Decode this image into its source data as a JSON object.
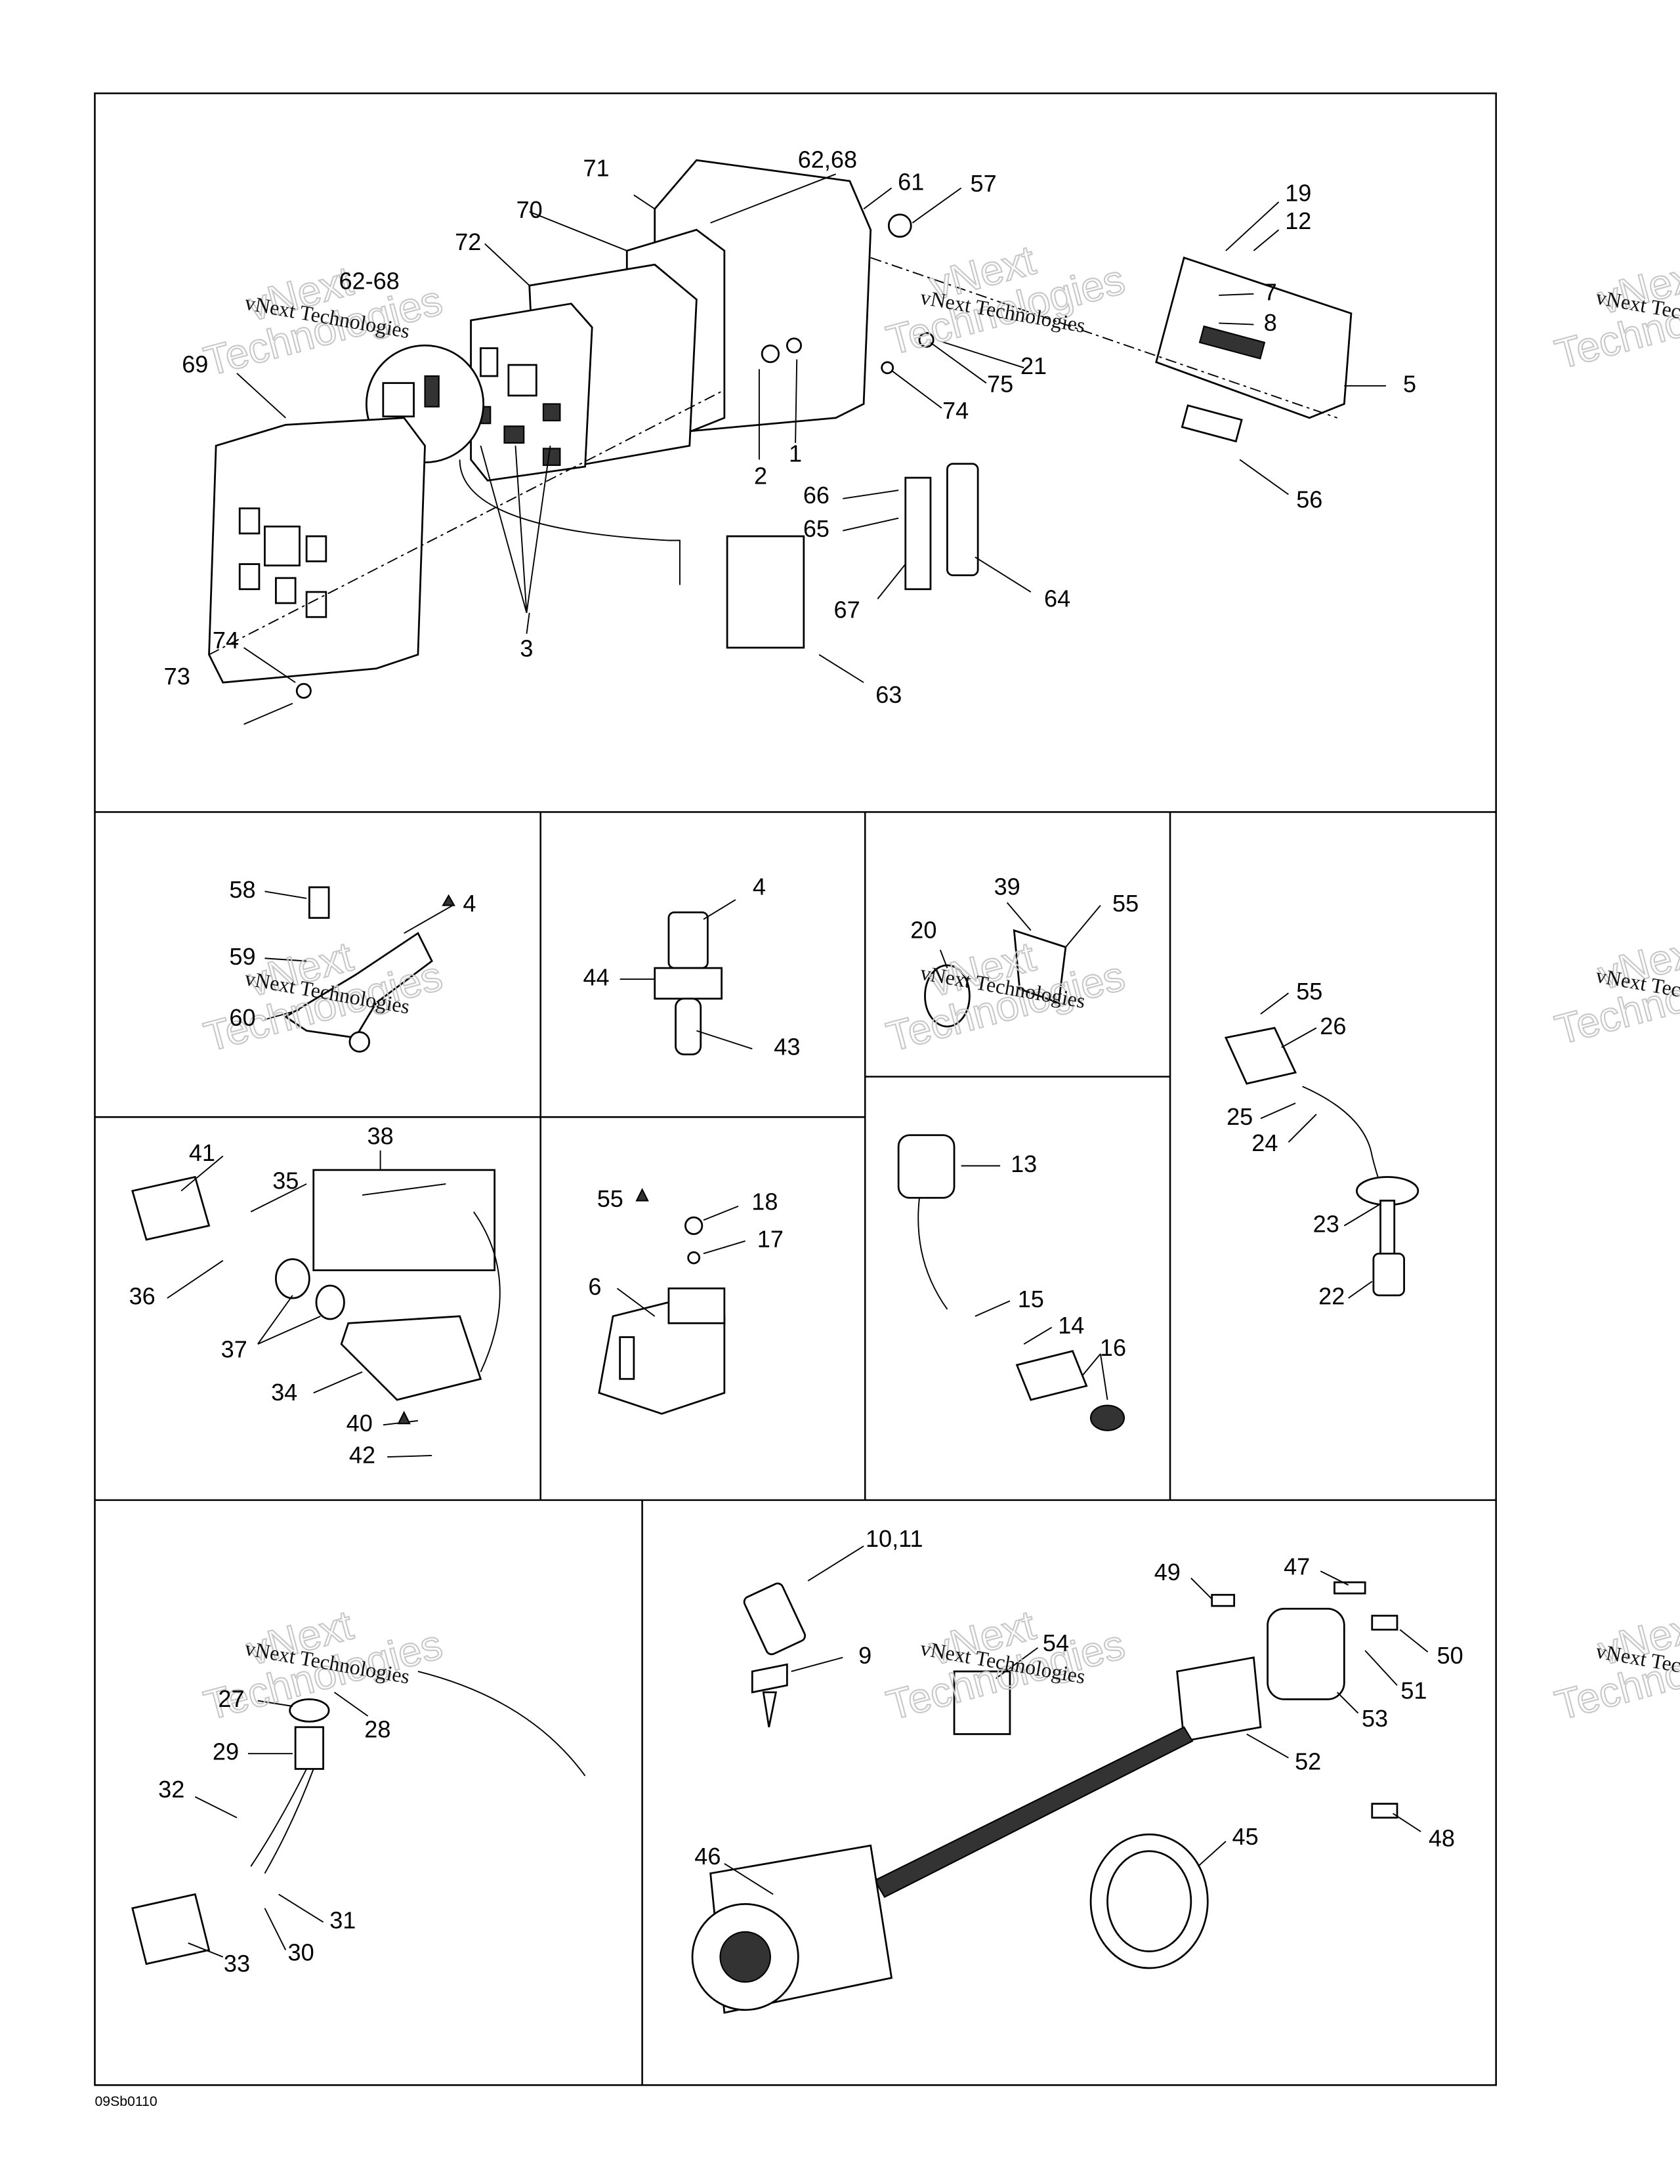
{
  "figure_code": "09Sb0110",
  "watermark": {
    "line1": "vNext",
    "line2": "Technologies",
    "small": "vNext Technologies"
  },
  "labels": {
    "p1": [
      "71",
      "62,68",
      "61",
      "57",
      "19",
      "12",
      "70",
      "72",
      "62-68",
      "7",
      "8",
      "21",
      "75",
      "5",
      "69",
      "74",
      "2",
      "1",
      "66",
      "65",
      "56",
      "64",
      "67",
      "3",
      "74",
      "73",
      "63"
    ],
    "p2": [
      "58",
      "4",
      "59",
      "60"
    ],
    "p3": [
      "4",
      "44",
      "43"
    ],
    "p4": [
      "39",
      "55",
      "20"
    ],
    "p5": [
      "55",
      "26",
      "25",
      "24",
      "23",
      "22"
    ],
    "p6": [
      "41",
      "38",
      "35",
      "36",
      "37",
      "34",
      "40",
      "42"
    ],
    "p7": [
      "55",
      "18",
      "17",
      "6"
    ],
    "p8": [
      "13",
      "15",
      "14",
      "16"
    ],
    "p9": [
      "27",
      "28",
      "29",
      "32",
      "31",
      "30",
      "33"
    ],
    "p10": [
      "10,11",
      "49",
      "47",
      "9",
      "54",
      "50",
      "51",
      "53",
      "52",
      "48",
      "45",
      "46"
    ]
  }
}
